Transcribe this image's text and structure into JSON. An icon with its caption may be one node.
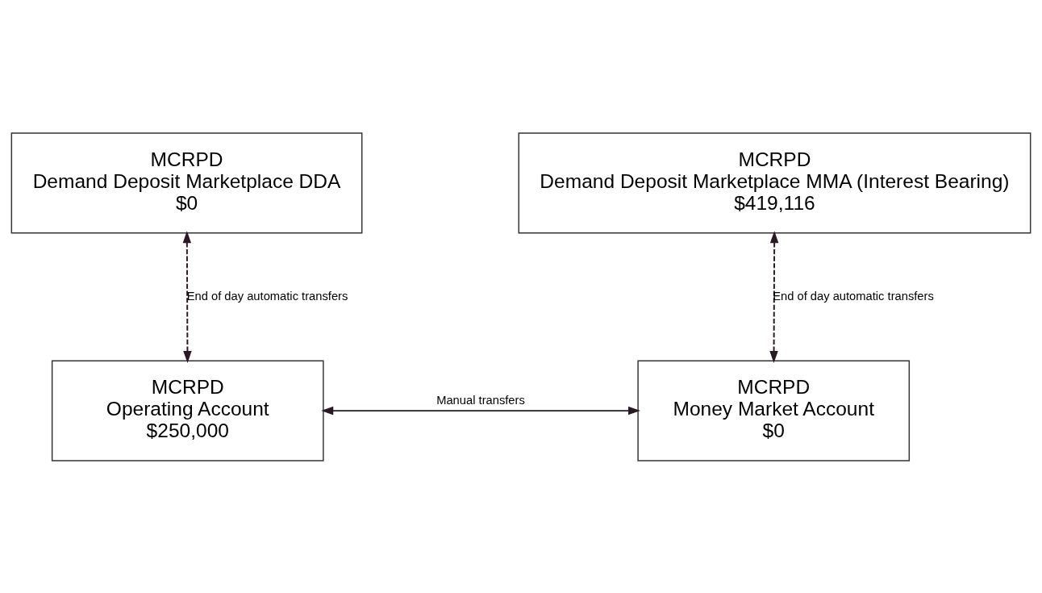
{
  "diagram": {
    "nodes": [
      {
        "text": [
          "MCRPD",
          "Demand Deposit Marketplace DDA",
          "$0"
        ]
      },
      {
        "text": [
          "MCRPD",
          "Demand Deposit Marketplace MMA (Interest Bearing)",
          "$419,116"
        ]
      },
      {
        "text": [
          "MCRPD",
          "Operating Account",
          "$250,000"
        ]
      },
      {
        "text": [
          "MCRPD",
          "Money Market Account",
          "$0"
        ]
      }
    ],
    "edges": [
      {
        "from": 0,
        "to": 2,
        "arrow": "both",
        "style": "dashed",
        "label": "End of day automatic transfers"
      },
      {
        "from": 1,
        "to": 3,
        "arrow": "both",
        "style": "dashed",
        "label": "End of day automatic transfers"
      },
      {
        "from": 2,
        "to": 3,
        "arrow": "both",
        "label": "Manual transfers"
      }
    ]
  }
}
